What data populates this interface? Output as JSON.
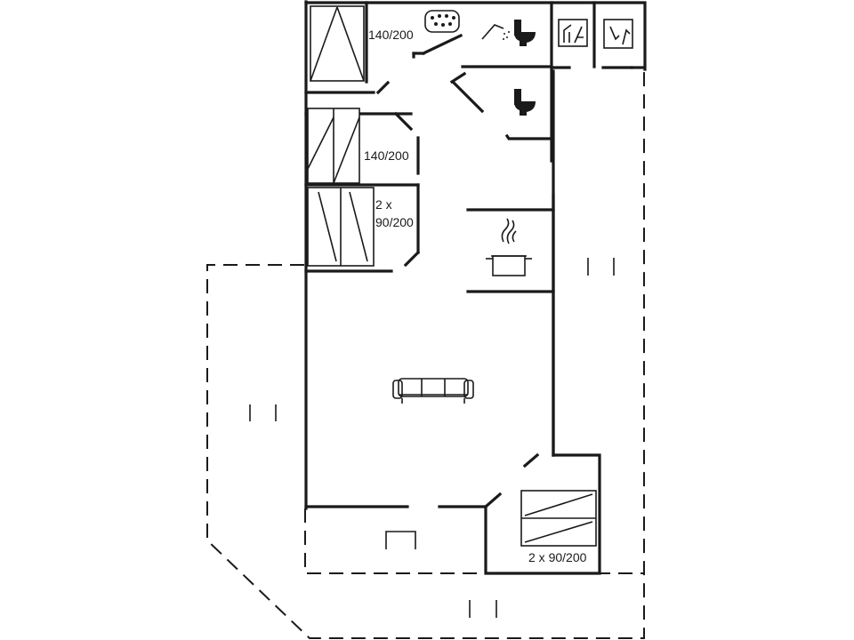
{
  "bed_labels": {
    "bedroom_top": "140/200",
    "bedroom_middle": "140/200",
    "bedroom_twin_line1": "2 x",
    "bedroom_twin_line2": "90/200",
    "bedroom_annex": "2 x 90/200"
  },
  "icons": {
    "bathroom": [
      "whirlpool-icon",
      "shower-icon",
      "toilet-icon",
      "sauna-icon",
      "washing-machine-icon"
    ],
    "guest_wc": "toilet-icon",
    "kitchen": "cooking-pot-icon",
    "living": "sofa-icon"
  }
}
